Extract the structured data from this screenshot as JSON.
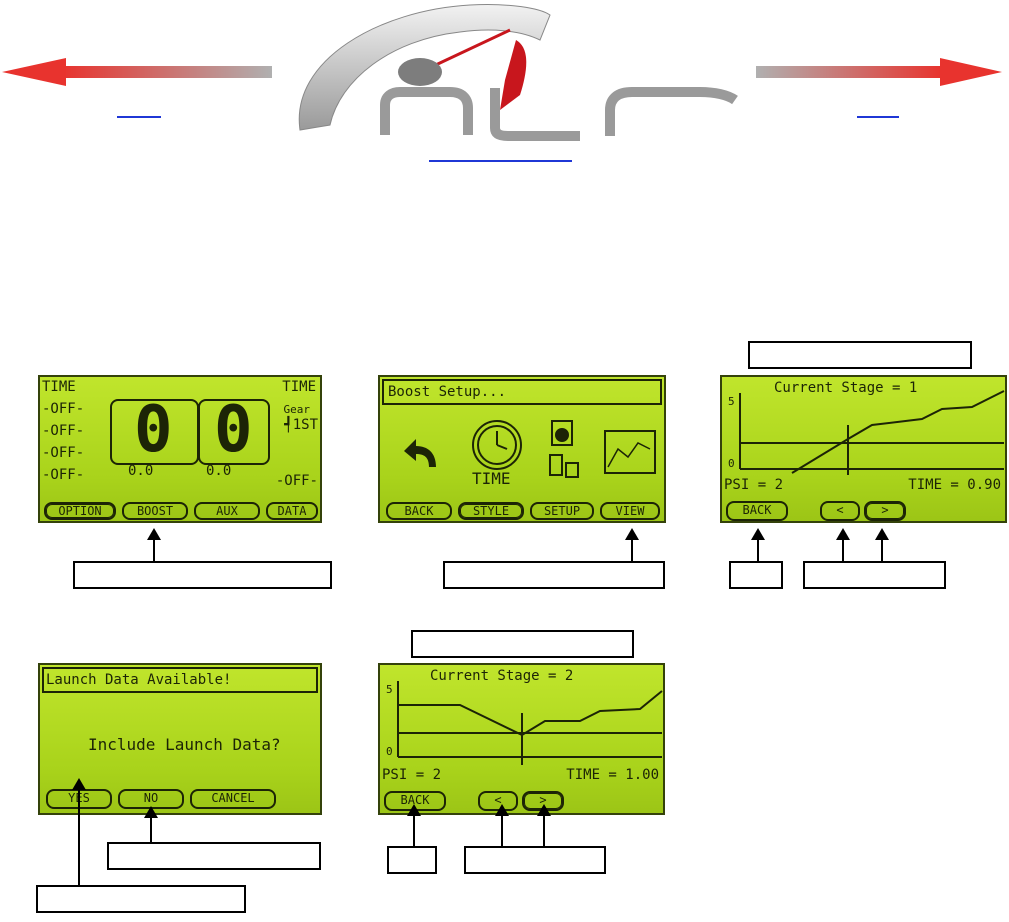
{
  "header": {
    "logo_text": "nLr"
  },
  "screen_main": {
    "time_left": "TIME",
    "time_right": "TIME",
    "left_values": [
      "-OFF-",
      "-OFF-",
      "-OFF-",
      "-OFF-"
    ],
    "digits": [
      "0",
      "0"
    ],
    "gear_label": "Gear",
    "gear_value": "┩1ST",
    "value_a": "0.0",
    "value_b": "0.0",
    "right_off": "-OFF-",
    "buttons": [
      "OPTION",
      "BOOST",
      "AUX",
      "DATA"
    ]
  },
  "screen_boost": {
    "title": "Boost Setup...",
    "time_label": "TIME",
    "buttons": [
      "BACK",
      "STYLE",
      "SETUP",
      "VIEW"
    ]
  },
  "screen_stage1": {
    "title": "Current Stage = 1",
    "y_top": "5",
    "y_bottom": "0",
    "psi": "PSI = 2",
    "time": "TIME = 0.90",
    "back": "BACK",
    "prev": "<",
    "next": ">"
  },
  "screen_launch": {
    "title": "Launch Data Available!",
    "prompt": "Include Launch Data?",
    "buttons": [
      "YES",
      "NO",
      "CANCEL"
    ]
  },
  "screen_stage2": {
    "title": "Current Stage = 2",
    "y_top": "5",
    "y_bottom": "0",
    "psi": "PSI = 2",
    "time": "TIME = 1.00",
    "back": "BACK",
    "prev": "<",
    "next": ">"
  }
}
